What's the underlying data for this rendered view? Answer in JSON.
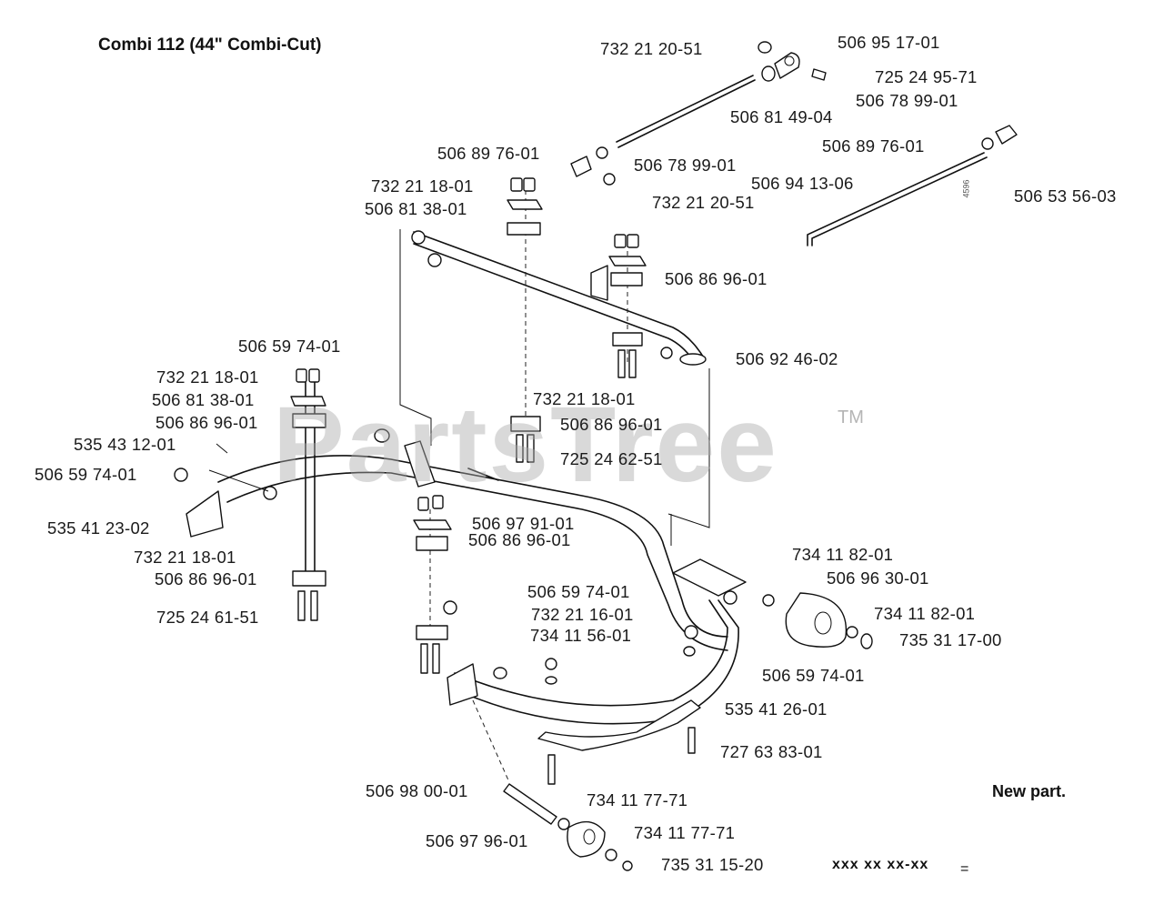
{
  "title": "Combi 112 (44\" Combi-Cut)",
  "new_part_label": "New part.",
  "legend_code": "xxx xx xx-xx",
  "legend_symbol": "=",
  "watermark": "PartsTree",
  "watermark_tm": "TM",
  "tiny_code": "4596",
  "labels": [
    "732 21 20-51",
    "506 95 17-01",
    "725 24 95-71",
    "506 78 99-01",
    "506 81 49-04",
    "506 89 76-01",
    "506 78 99-01",
    "506 89 76-01",
    "506 94 13-06",
    "506 53 56-03",
    "732 21 18-01",
    "506 81 38-01",
    "732 21 20-51",
    "506 86 96-01",
    "506 92 46-02",
    "506 59 74-01",
    "732 21 18-01",
    "506 81 38-01",
    "506 86 96-01",
    "732 21 18-01",
    "506 86 96-01",
    "535 43 12-01",
    "725 24 62-51",
    "506 59 74-01",
    "535 41 23-02",
    "506 97 91-01",
    "506 86 96-01",
    "732 21 18-01",
    "506 86 96-01",
    "734 11 82-01",
    "506 96 30-01",
    "506 59 74-01",
    "734 11 82-01",
    "732 21 16-01",
    "725 24 61-51",
    "734 11 56-01",
    "735 31 17-00",
    "506 59 74-01",
    "535 41 26-01",
    "727 63 83-01",
    "506 98 00-01",
    "734 11 77-71",
    "734 11 77-71",
    "506 97 96-01",
    "735 31 15-20"
  ]
}
